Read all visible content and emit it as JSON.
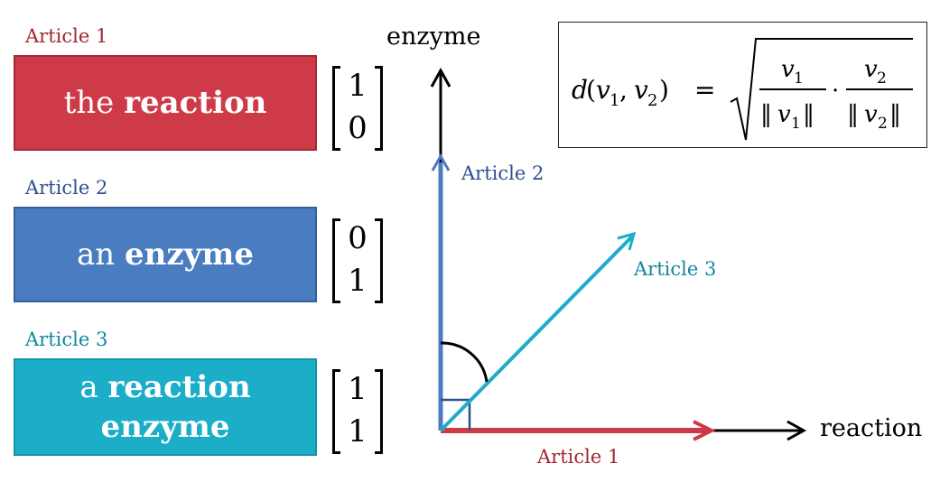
{
  "colors": {
    "article1": "#ce3a48",
    "article1_text": "#a2262f",
    "article2": "#4a7cc0",
    "article2_text": "#2d4f8c",
    "article3": "#1cadc8",
    "article3_text": "#12879e",
    "axis": "#000000"
  },
  "articles": [
    {
      "label": "Article 1",
      "text_lines": [
        [
          {
            "t": "the ",
            "bold": false
          },
          {
            "t": "reaction",
            "bold": true
          }
        ]
      ],
      "vector": [
        "1",
        "0"
      ]
    },
    {
      "label": "Article 2",
      "text_lines": [
        [
          {
            "t": "an ",
            "bold": false
          },
          {
            "t": "enzyme",
            "bold": true
          }
        ]
      ],
      "vector": [
        "0",
        "1"
      ]
    },
    {
      "label": "Article 3",
      "text_lines": [
        [
          {
            "t": "a ",
            "bold": false
          },
          {
            "t": "reaction",
            "bold": true
          }
        ],
        [
          {
            "t": "enzyme",
            "bold": true
          }
        ]
      ],
      "vector": [
        "1",
        "1"
      ]
    }
  ],
  "axes": {
    "x_label": "reaction",
    "y_label": "enzyme"
  },
  "vector_labels": {
    "a1": "Article 1",
    "a2": "Article 2",
    "a3": "Article 3"
  },
  "formula": {
    "lhs": "d",
    "v": "v",
    "sub1": "1",
    "sub2": "2",
    "equals": "=",
    "dot": "·",
    "norm": "‖"
  }
}
